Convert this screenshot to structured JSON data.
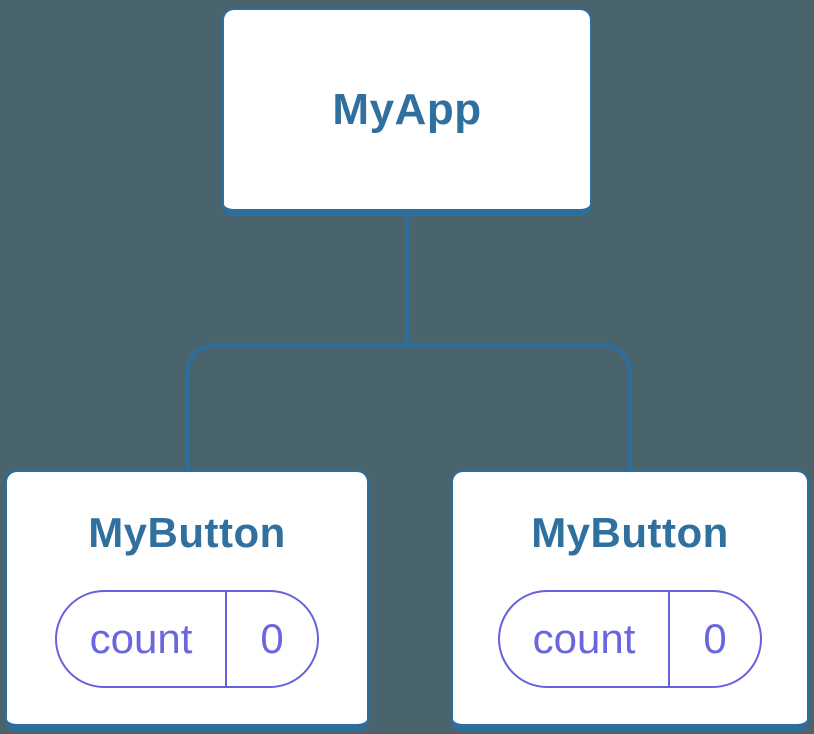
{
  "diagram": {
    "type": "component-tree",
    "colors": {
      "background": "#4A646E",
      "node_fill": "#FFFFFF",
      "node_border": "#2C6E9E",
      "connector_line": "#2C6E9E",
      "node_label_text": "#30709E",
      "state_accent": "#6661DC"
    },
    "root": {
      "label": "MyApp"
    },
    "children": [
      {
        "label": "MyButton",
        "state": {
          "key": "count",
          "value": "0"
        }
      },
      {
        "label": "MyButton",
        "state": {
          "key": "count",
          "value": "0"
        }
      }
    ]
  }
}
